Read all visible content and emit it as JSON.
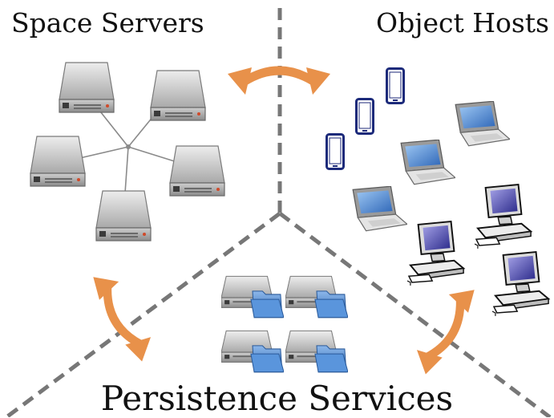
{
  "labels": {
    "space_servers": "Space Servers",
    "object_hosts": "Object Hosts",
    "persistence_services": "Persistence Services"
  },
  "icons": {
    "space_server": "server-icon",
    "phone": "phone-icon",
    "laptop": "laptop-icon",
    "desktop": "desktop-computer-icon",
    "storage": "server-folder-icon",
    "link": "bidirectional-arrow-icon"
  },
  "colors": {
    "arrow": "#e8914a",
    "divider": "#777777",
    "network_line": "#8a8a8a",
    "phone_frame": "#1c2a7a",
    "screen_blue": "#3f7fd0",
    "folder_blue": "#3b7bc8"
  }
}
